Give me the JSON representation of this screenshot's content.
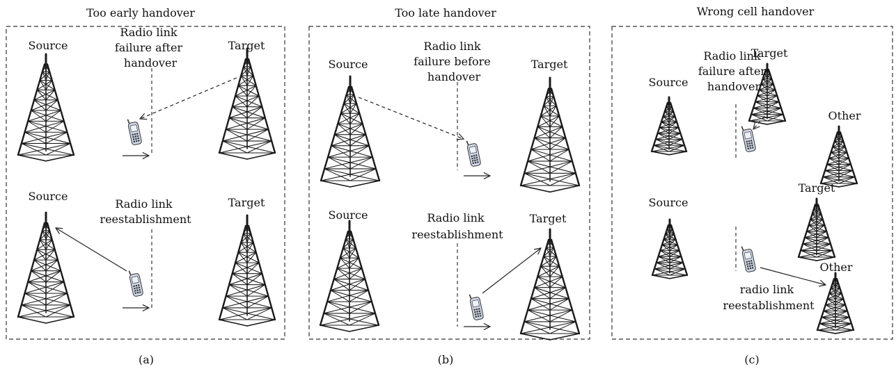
{
  "panels": [
    {
      "title": "Too early handover",
      "caption": "(a)",
      "top": {
        "source": "Source",
        "target": "Target",
        "event": [
          "Radio link",
          "failure after",
          "handover"
        ]
      },
      "bottom": {
        "source": "Source",
        "target": "Target",
        "event": [
          "Radio link",
          "reestablishment"
        ]
      }
    },
    {
      "title": "Too late handover",
      "caption": "(b)",
      "top": {
        "source": "Source",
        "target": "Target",
        "event": [
          "Radio link",
          "failure before",
          "handover"
        ]
      },
      "bottom": {
        "source": "Source",
        "target": "Target",
        "event": [
          "Radio link",
          "reestablishment"
        ]
      }
    },
    {
      "title": "Wrong cell handover",
      "caption": "(c)",
      "top": {
        "source": "Source",
        "target": "Target",
        "other": "Other",
        "event": [
          "Radio link",
          "failure after",
          "handover"
        ]
      },
      "bottom": {
        "source": "Source",
        "target": "Target",
        "other": "Other",
        "event": [
          "radio link",
          "reestablishment"
        ]
      }
    }
  ],
  "colors": {
    "tower": "#1a1a1a",
    "phone_body": "#cfd6e6",
    "phone_screen": "#eef2fa",
    "line": "#222222"
  }
}
